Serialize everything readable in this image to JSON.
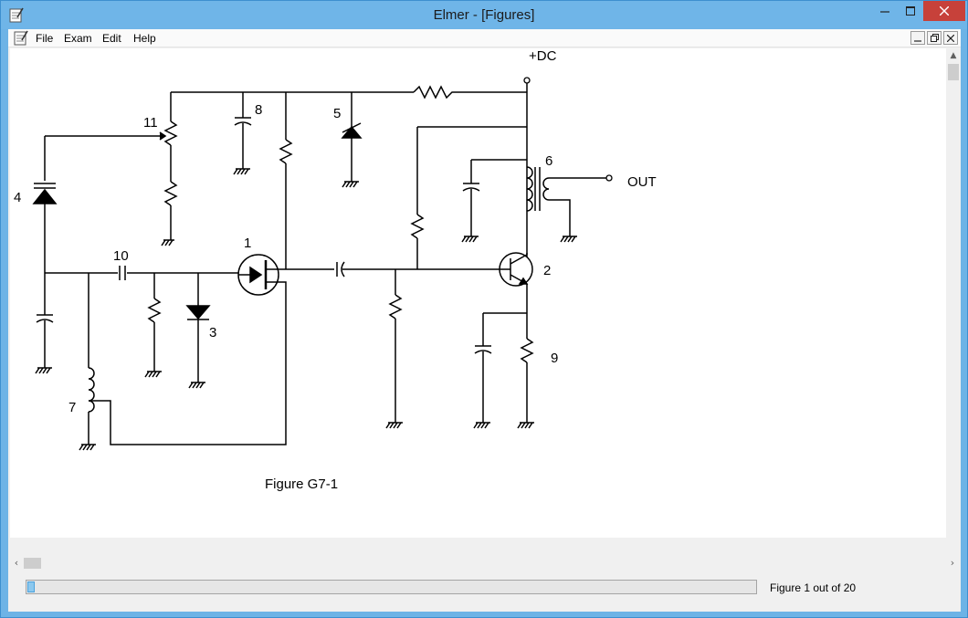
{
  "window": {
    "title": "Elmer - [Figures]"
  },
  "menu": {
    "items": [
      "File",
      "Exam",
      "Edit",
      "Help"
    ]
  },
  "figure": {
    "caption": "Figure G7-1",
    "supply_label": "+DC",
    "output_label": "OUT",
    "component_numbers": {
      "c1": "1",
      "c2": "2",
      "c3": "3",
      "c4": "4",
      "c5": "5",
      "c6": "6",
      "c7": "7",
      "c8": "8",
      "c9": "9",
      "c10": "10",
      "c11": "11"
    }
  },
  "status": {
    "text": "Figure 1 out of 20",
    "progress": 0.01
  },
  "colors": {
    "titlebar": "#6fb5e8",
    "close_button": "#c7413a",
    "progress_fill": "#8cc8ee"
  },
  "icons": {
    "app": "notepad-icon",
    "close": "close-icon",
    "minimize": "minimize-icon",
    "maximize": "maximize-icon"
  }
}
